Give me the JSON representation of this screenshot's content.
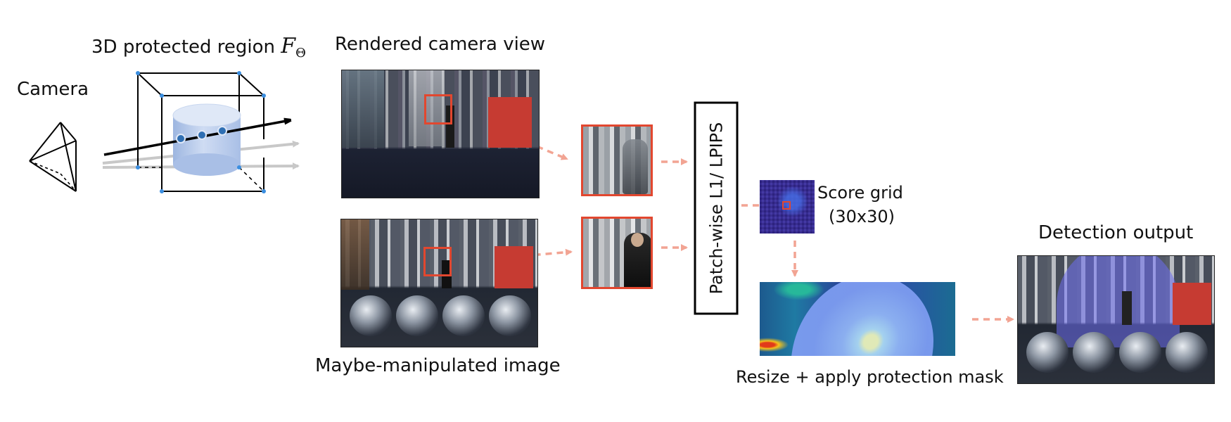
{
  "labels": {
    "camera": "Camera",
    "protected_region_prefix": "3D protected region",
    "protected_region_symbol": "F",
    "protected_region_subscript": "Θ",
    "rendered_view": "Rendered camera view",
    "manipulated_image": "Maybe-manipulated image",
    "patch_compare": "Patch-wise L1/ LPIPS",
    "score_grid": "Score grid",
    "score_grid_size": "(30x30)",
    "resize_mask": "Resize + apply protection mask",
    "detection_output": "Detection output"
  },
  "colors": {
    "highlight": "#e2472f",
    "dashed_arrow": "#f2a493",
    "ray_primary": "#000000",
    "ray_secondary": "#c8c8c8",
    "sample_point": "#2f6fb3",
    "cylinder": "#b8ccec",
    "cube_vertex": "#3b8ee0"
  }
}
